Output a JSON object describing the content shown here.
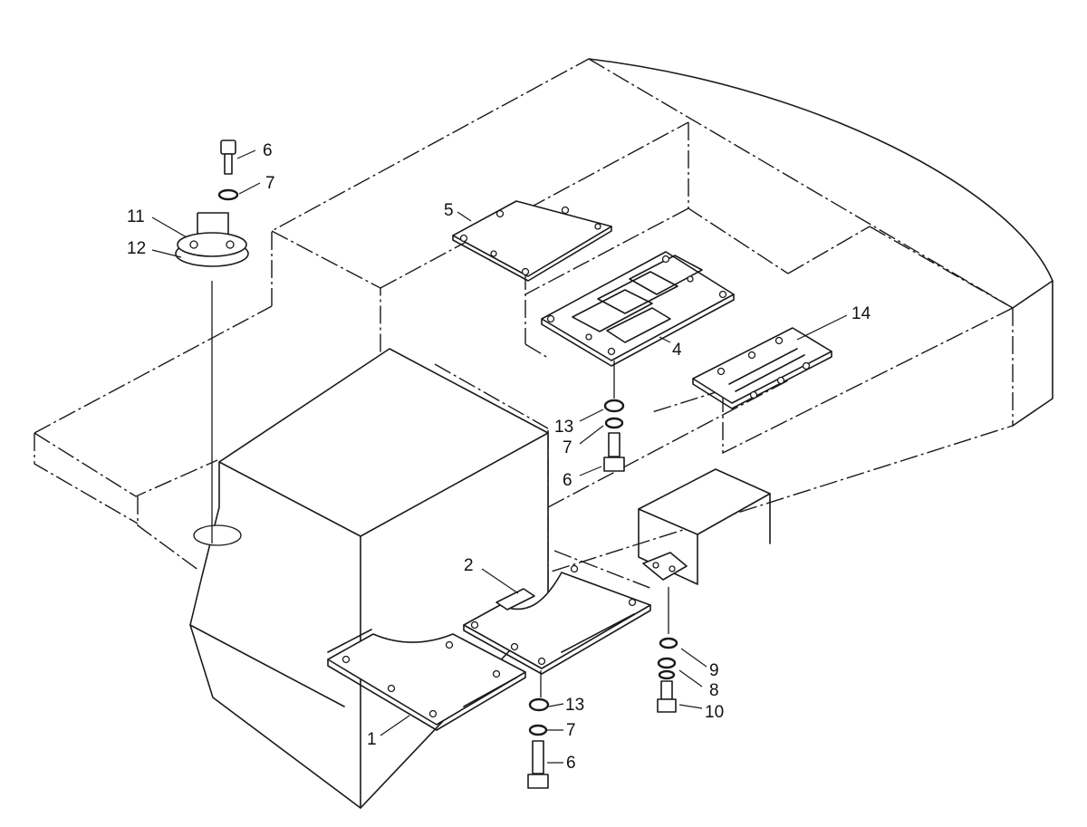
{
  "diagram": {
    "callouts": [
      "6",
      "7",
      "11",
      "12",
      "5",
      "4",
      "14",
      "13",
      "7",
      "6",
      "2",
      "1",
      "9",
      "8",
      "10",
      "13",
      "7",
      "6"
    ]
  }
}
